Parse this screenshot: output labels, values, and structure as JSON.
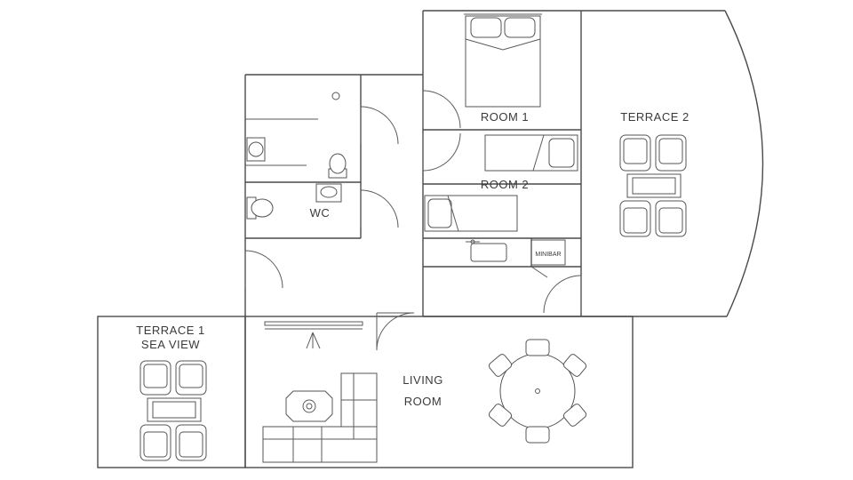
{
  "plan": {
    "labels": {
      "room1": "ROOM 1",
      "room2": "ROOM 2",
      "terrace2": "TERRACE 2",
      "wc": "WC",
      "terrace1_line1": "TERRACE 1",
      "terrace1_line2": "SEA VIEW",
      "living_line1": "LIVING",
      "living_line2": "ROOM",
      "minibar": "MINIBAR"
    }
  }
}
